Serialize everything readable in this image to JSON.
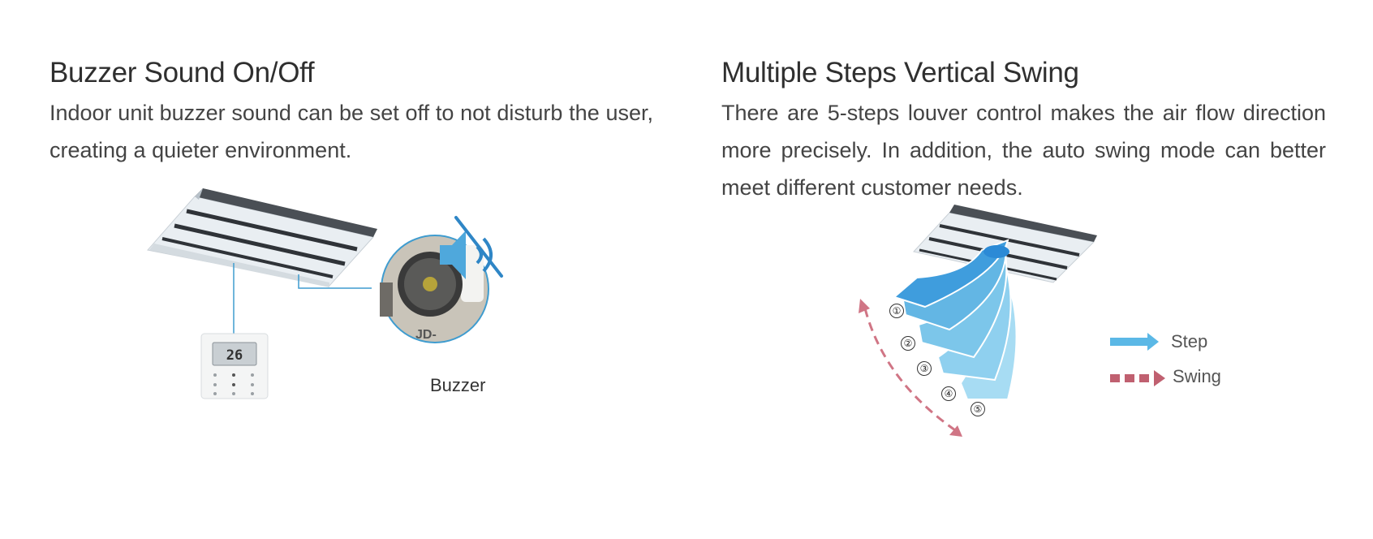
{
  "left": {
    "title": "Buzzer Sound On/Off",
    "description": "Indoor unit buzzer sound can be set off to not disturb the user, creating a quieter environment.",
    "figure": {
      "buzzer_label": "Buzzer",
      "remote_display": "26",
      "icon": "speaker-muted-icon",
      "board_text": "JD-"
    }
  },
  "right": {
    "title": "Multiple Steps Vertical Swing",
    "description": "There are 5-steps louver control makes the air flow direction more precisely. In addition, the auto swing mode can better meet different customer needs.",
    "figure": {
      "steps": [
        "①",
        "②",
        "③",
        "④",
        "⑤"
      ],
      "legend": [
        {
          "label": "Step",
          "color": "#5bb8e6",
          "style": "solid-arrow"
        },
        {
          "label": "Swing",
          "color": "#c06070",
          "style": "dashed-arrow"
        }
      ]
    }
  },
  "colors": {
    "airflow_dark": "#2b8ad6",
    "airflow_light": "#a7dcf3",
    "connector_line": "#3f9ccf",
    "swing_arrow": "#d07585"
  }
}
